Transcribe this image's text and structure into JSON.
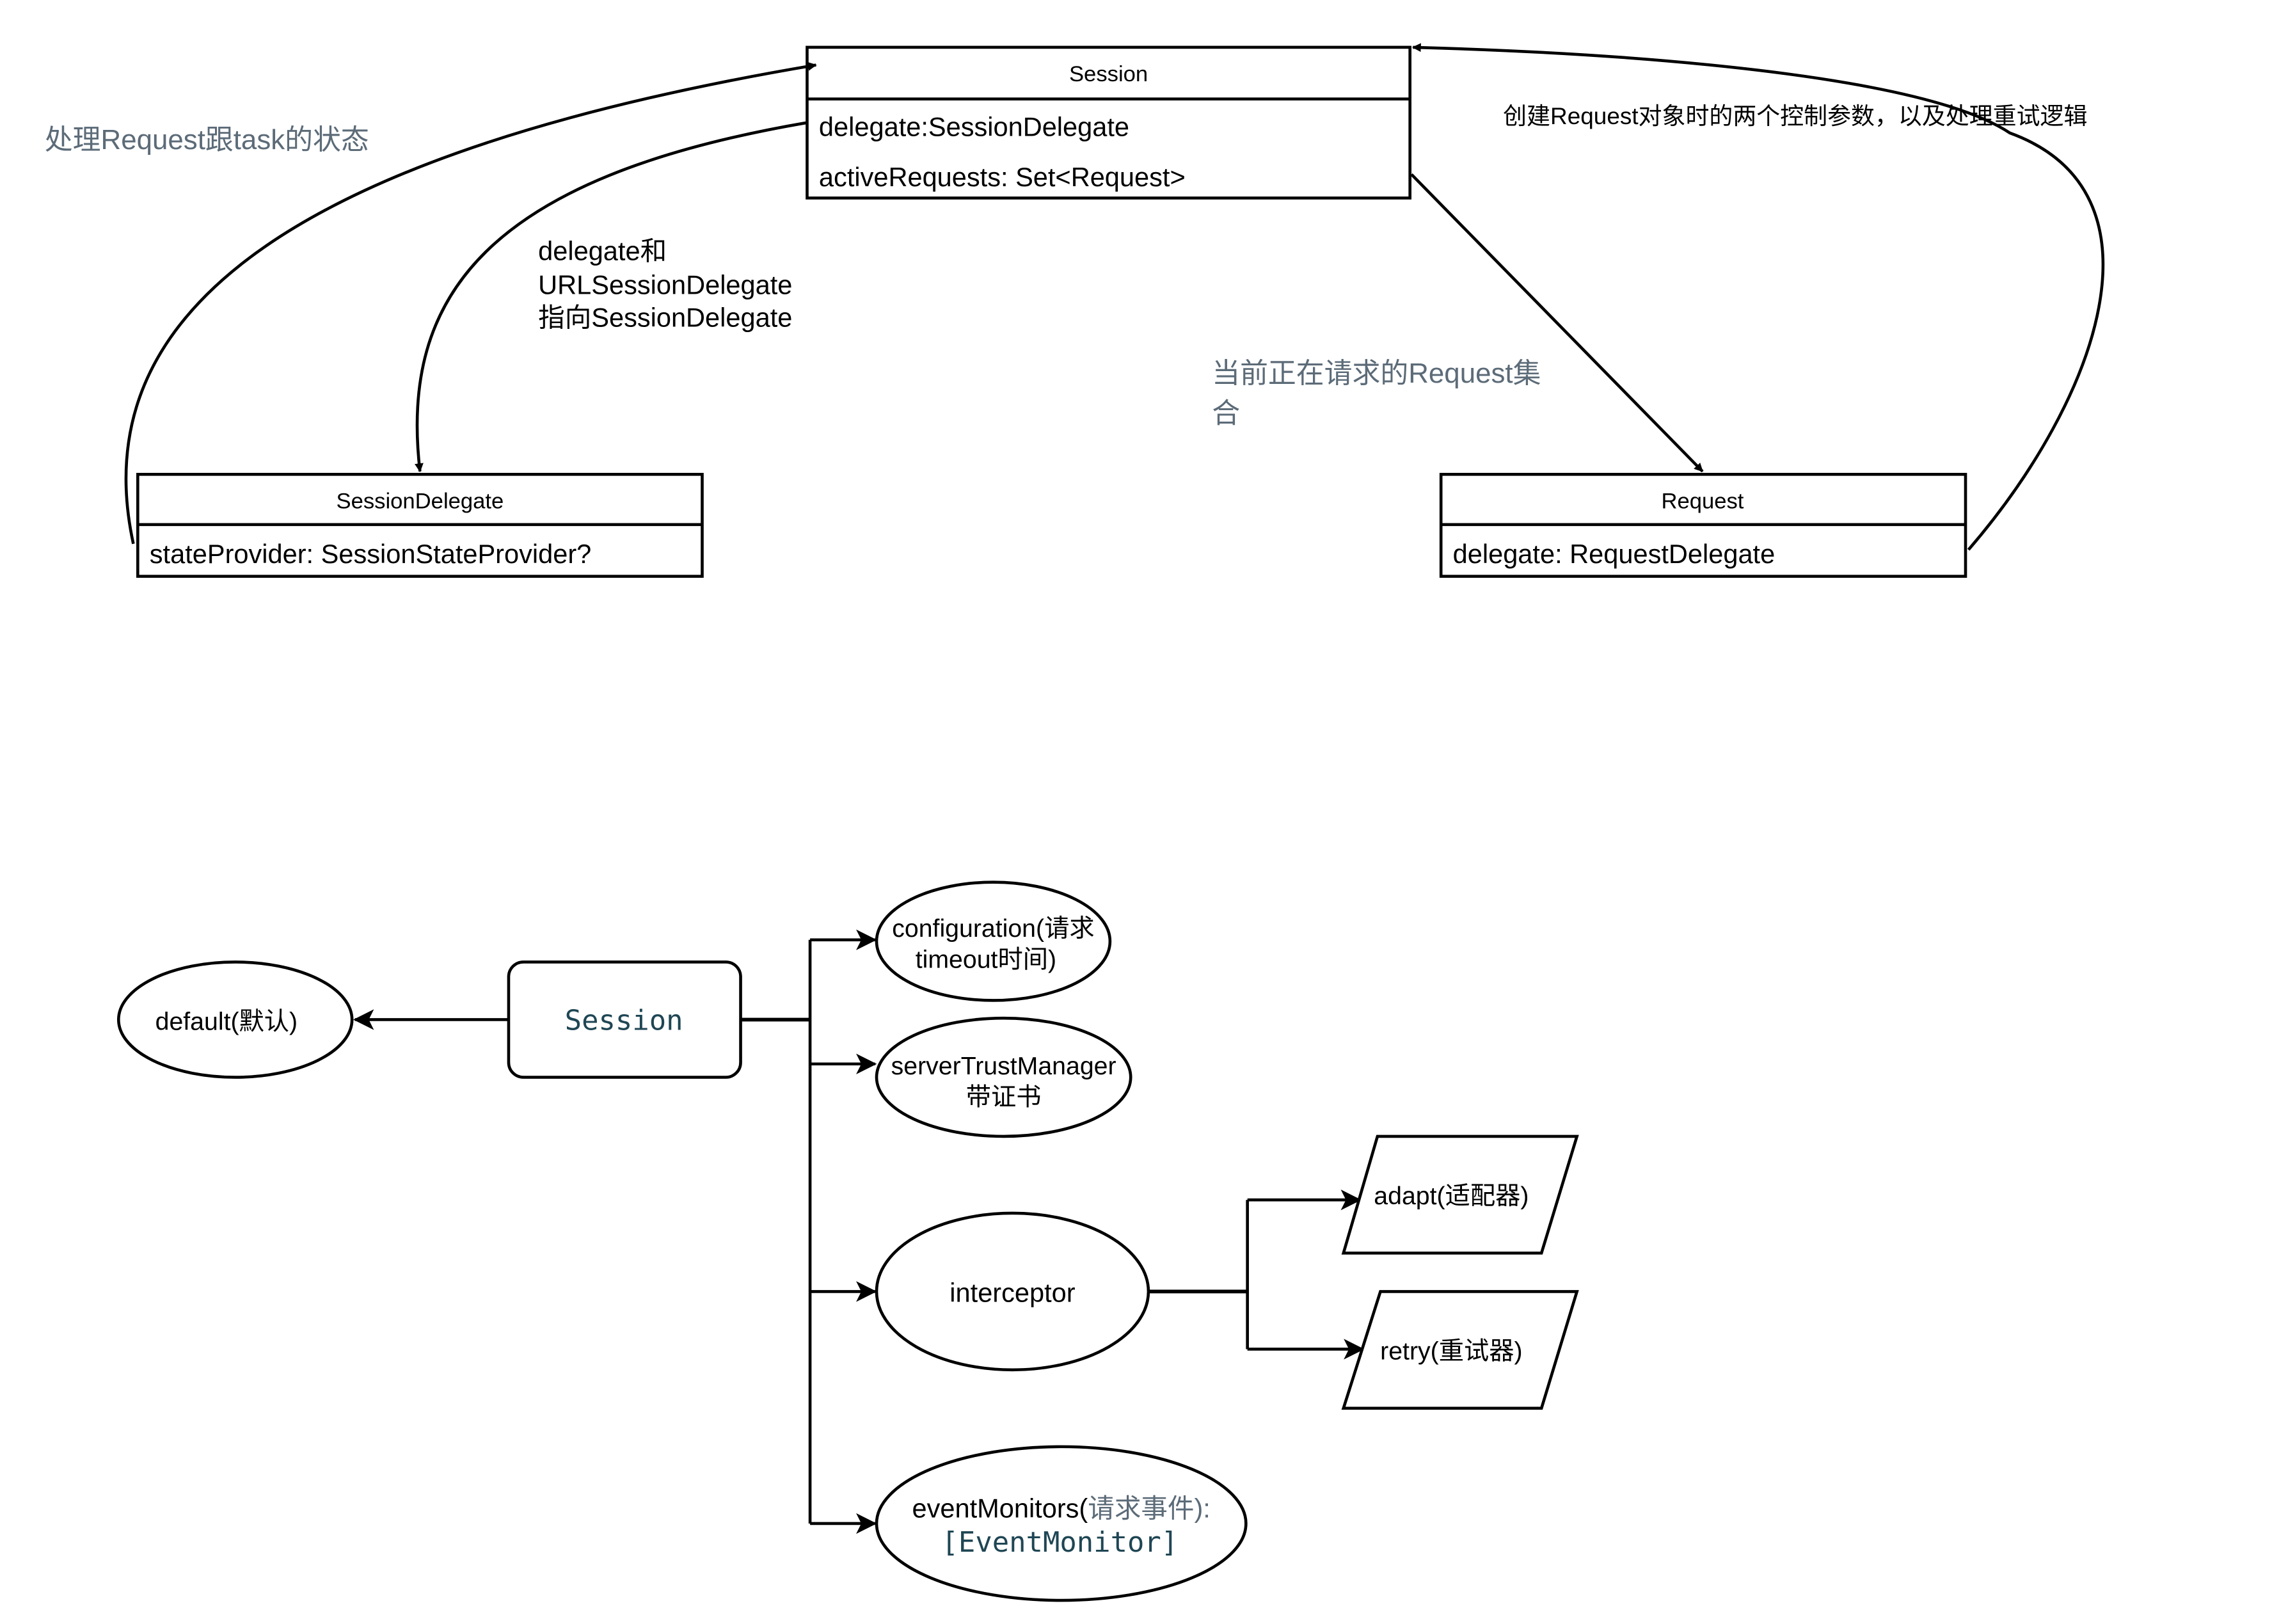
{
  "colors": {
    "stroke": "#000000",
    "annotation_gray": "#5c6b78",
    "code_teal": "#1f4654",
    "background": "#ffffff"
  },
  "uml": {
    "session": {
      "title": "Session",
      "fields": [
        "delegate:SessionDelegate",
        "activeRequests: Set<Request>"
      ]
    },
    "session_delegate": {
      "title": "SessionDelegate",
      "fields": [
        "stateProvider: SessionStateProvider?"
      ]
    },
    "request": {
      "title": "Request",
      "fields": [
        "delegate: RequestDelegate"
      ]
    },
    "notes": {
      "state_handling": "处理Request跟task的状态",
      "delegate_note": [
        "delegate和",
        "URLSessionDelegate",
        "指向SessionDelegate"
      ],
      "active_requests_note": [
        "当前正在请求的Request集",
        "合"
      ],
      "create_request_note": "创建Request对象时的两个控制参数，以及处理重试逻辑"
    }
  },
  "flow": {
    "session_label": "Session",
    "default_label": "default(默认)",
    "configuration_label": [
      "configuration(请求",
      "timeout时间)"
    ],
    "server_trust_label": [
      "serverTrustManager",
      "带证书"
    ],
    "interceptor_label": "interceptor",
    "adapt_label": "adapt(适配器)",
    "retry_label": "retry(重试器)",
    "event_monitors_prefix": "eventMonitors(",
    "event_monitors_cn": "请求事件",
    "event_monitors_suffix": "):",
    "event_monitors_type": "[EventMonitor]"
  }
}
